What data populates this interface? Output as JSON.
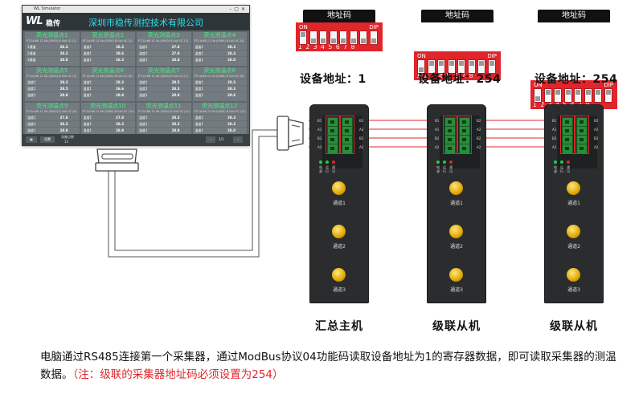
{
  "software": {
    "window_title": "WL Simulator",
    "logo_text": "WL",
    "logo_brand": "稳传",
    "company": "深圳市稳传测控技术有限公司",
    "channels": [
      {
        "name": "荧光测温点1",
        "sub": "PT:1A:68 11 0b (0000) B 0x0 0C (1)",
        "rows": [
          [
            "1通道",
            "28.3"
          ],
          [
            "2通道",
            "28.3"
          ],
          [
            "3通道",
            "28.8"
          ]
        ]
      },
      {
        "name": "荧光测温点2",
        "sub": "PT:1A:68 11 0b (0000) B 0x0 0C (2)",
        "rows": [
          [
            "温度1",
            "28.3"
          ],
          [
            "温度1",
            "28.6"
          ],
          [
            "温度1",
            "26.3"
          ]
        ]
      },
      {
        "name": "荧光测温点3",
        "sub": "PT:1A:68 11 0b (0000) B 0x0 0C (3)",
        "rows": [
          [
            "温度1",
            "27.8"
          ],
          [
            "温度1",
            "27.8"
          ],
          [
            "温度1",
            "28.8"
          ]
        ]
      },
      {
        "name": "荧光测温点4",
        "sub": "PT:1A:68 11 0b (0000) B 0x0 0C (4)",
        "rows": [
          [
            "温度1",
            "28.3"
          ],
          [
            "温度1",
            "28.3"
          ],
          [
            "温度1",
            "28.8"
          ]
        ]
      },
      {
        "name": "荧光测温点5",
        "sub": "PT:1A:68 11 0b (0000) B 0x0 0C (5)",
        "rows": [
          [
            "温度1",
            "28.3"
          ],
          [
            "温度1",
            "28.5"
          ],
          [
            "温度1",
            "28.8"
          ]
        ]
      },
      {
        "name": "荧光测温点6",
        "sub": "PT:1A:68 11 0b (0000) B 0x0 0C (6)",
        "rows": [
          [
            "温度1",
            "28.3"
          ],
          [
            "温度1",
            "26.6"
          ],
          [
            "温度1",
            "28.8"
          ]
        ]
      },
      {
        "name": "荧光测温点7",
        "sub": "PT:1A:68 11 0b (0000) B 0x0 0C (7)",
        "rows": [
          [
            "温度1",
            "28.5"
          ],
          [
            "温度1",
            "28.3"
          ],
          [
            "温度1",
            "28.8"
          ]
        ]
      },
      {
        "name": "荧光测温点8",
        "sub": "PT:1A:68 11 0b (0000) B 0x0 0C (8)",
        "rows": [
          [
            "温度1",
            "28.3"
          ],
          [
            "温度1",
            "28.3"
          ],
          [
            "温度1",
            "28.6"
          ]
        ]
      },
      {
        "name": "荧光测温点9",
        "sub": "PT:1A:68 11 0b (0000) B 0x0 0C (9)",
        "rows": [
          [
            "温度1",
            "27.6"
          ],
          [
            "温度1",
            "28.3"
          ],
          [
            "温度1",
            "28.8"
          ]
        ]
      },
      {
        "name": "荧光测温点10",
        "sub": "PT:1A:68 11 0b (0000) B 0x0 0C (10)",
        "rows": [
          [
            "温度1",
            "27.8"
          ],
          [
            "温度1",
            "28.3"
          ],
          [
            "温度1",
            "28.8"
          ]
        ]
      },
      {
        "name": "荧光测温点11",
        "sub": "PT:1A:68 11 0b (0000) B 0x0 0C (11)",
        "rows": [
          [
            "温度1",
            "28.3"
          ],
          [
            "温度1",
            "28.3"
          ],
          [
            "温度1",
            "28.8"
          ]
        ]
      },
      {
        "name": "荧光测温点12",
        "sub": "PT:1A:68 11 0b (0000) B 0x0 0C (12)",
        "rows": [
          [
            "温度1",
            "28.3"
          ],
          [
            "温度1",
            "28.3"
          ],
          [
            "温度1",
            "28.8"
          ]
        ]
      }
    ],
    "footer": {
      "btn1": "▦",
      "btn2": "设置",
      "info": "采集点数",
      "info2": "12",
      "page": "1/1"
    }
  },
  "dips": [
    {
      "caption": "地址码",
      "on": "ON",
      "dip": "DIP",
      "nums": "12345678",
      "pattern": [
        1,
        0,
        0,
        0,
        0,
        0,
        0,
        0
      ],
      "address": "设备地址：1"
    },
    {
      "caption": "地址码",
      "on": "ON",
      "dip": "DIP",
      "nums": "12345678",
      "pattern": [
        0,
        1,
        1,
        1,
        1,
        1,
        1,
        1
      ],
      "address": "设备地址：254"
    },
    {
      "caption": "地址码",
      "on": "ON",
      "dip": "DIP",
      "nums": "12345678",
      "pattern": [
        0,
        1,
        1,
        1,
        1,
        1,
        1,
        1
      ],
      "address": "设备地址：254"
    }
  ],
  "devices": [
    {
      "label": "汇总主机",
      "knobs": [
        "通道1",
        "通道2",
        "通道3"
      ],
      "leds": [
        "电源",
        "运行",
        "通讯"
      ],
      "ports_left": [
        "B1",
        "A1",
        "B2",
        "A2"
      ],
      "ports_right": [
        "B2",
        "A2",
        "B2",
        "A2"
      ]
    },
    {
      "label": "级联从机",
      "knobs": [
        "通道1",
        "通道2",
        "通道3"
      ],
      "leds": [
        "电源",
        "运行",
        "通讯"
      ],
      "ports_left": [
        "B1",
        "A1",
        "B2",
        "A2"
      ],
      "ports_right": [
        "B2",
        "A2",
        "B2",
        "A2"
      ]
    },
    {
      "label": "级联从机",
      "knobs": [
        "通道1",
        "通道2",
        "通道3"
      ],
      "leds": [
        "电源",
        "运行",
        "通讯"
      ],
      "ports_left": [
        "B1",
        "A1",
        "B2",
        "A2"
      ],
      "ports_right": [
        "B2",
        "A2",
        "B2",
        "A2"
      ]
    }
  ],
  "description": {
    "main": "电脑通过RS485连接第一个采集器，通过ModBus协议04功能码读取设备地址为1的寄存器数据，即可读取采集器的测温数据。",
    "note": "（注：级联的采集器地址码必须设置为254）"
  },
  "colors": {
    "accent_red": "#e0252b",
    "terminal_green": "#2a8d3a",
    "knob_yellow": "#e0a800",
    "company_cyan": "#2de0ec",
    "channel_green": "#43ee86"
  }
}
